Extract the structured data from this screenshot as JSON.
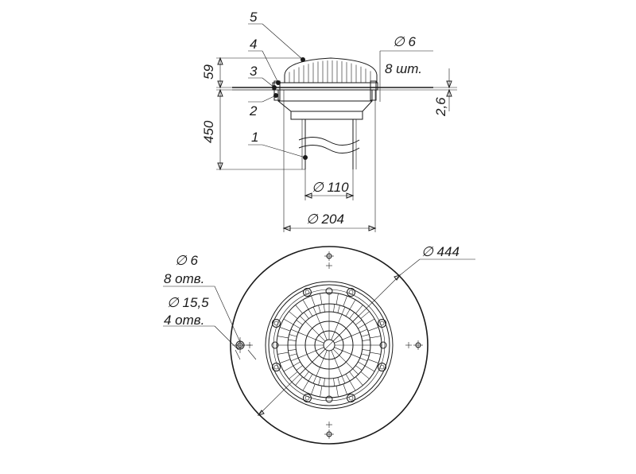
{
  "side_view": {
    "callouts": [
      "5",
      "4",
      "3",
      "2",
      "1"
    ],
    "dim_height_top": "59",
    "dim_height_pipe": "450",
    "dim_pipe_diameter": "∅ 110",
    "dim_body_diameter": "∅ 204",
    "dim_fastener_diameter": "∅ 6",
    "dim_fastener_count": "8 шт.",
    "dim_thickness": "2,6"
  },
  "plan_view": {
    "dim_outer_diameter": "∅ 444",
    "holes_small_diameter": "∅ 6",
    "holes_small_count": "8 отв.",
    "holes_large_diameter": "∅ 15,5",
    "holes_large_count": "4 отв."
  }
}
